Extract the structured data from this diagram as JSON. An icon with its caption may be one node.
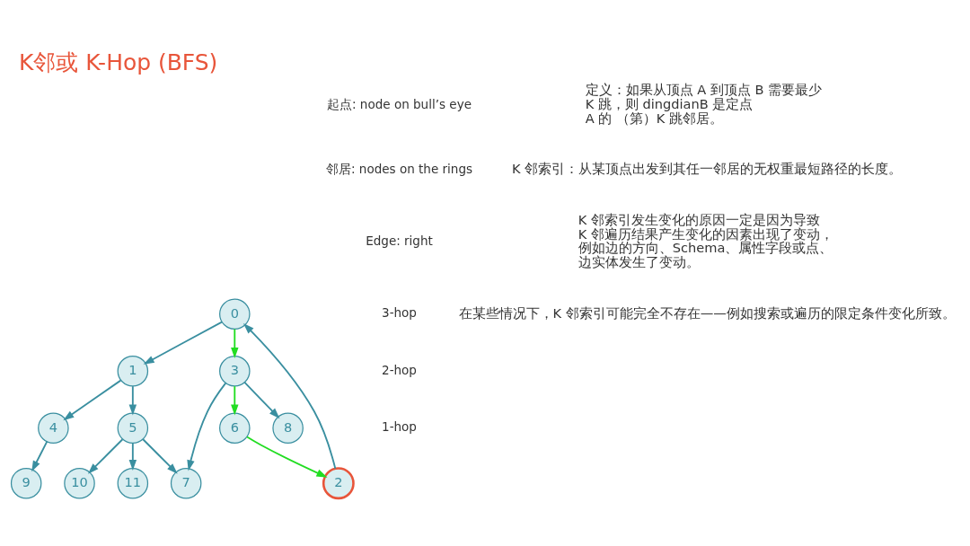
{
  "diagram": {
    "title": "K邻或 K-Hop (BFS)",
    "nodes": [
      {
        "text": [
          "0"
        ]
      },
      {
        "text": [
          "1"
        ]
      },
      {
        "text": [
          "2"
        ]
      },
      {
        "text": [
          "3"
        ]
      },
      {
        "text": [
          "4"
        ]
      },
      {
        "text": [
          "5"
        ]
      },
      {
        "text": [
          "6"
        ]
      },
      {
        "text": [
          "7"
        ]
      },
      {
        "text": [
          "8"
        ]
      },
      {
        "text": [
          "9"
        ]
      },
      {
        "text": [
          "10"
        ]
      },
      {
        "text": [
          "11"
        ]
      }
    ],
    "edges": [
      {
        "from": 2,
        "to": 0,
        "arrow": "to"
      },
      {
        "from": 0,
        "to": 1,
        "arrow": "to"
      },
      {
        "from": 0,
        "to": 3,
        "arrow": "to",
        "color": "#22dd22"
      },
      {
        "from": 1,
        "to": 4,
        "arrow": "to"
      },
      {
        "from": 4,
        "to": 9,
        "arrow": "to"
      },
      {
        "from": 1,
        "to": 5,
        "arrow": "to"
      },
      {
        "from": 3,
        "to": 6,
        "arrow": "to",
        "color": "#22dd22"
      },
      {
        "from": 6,
        "to": 2,
        "arrow": "to",
        "color": "#22dd22"
      },
      {
        "from": 3,
        "to": 8,
        "arrow": "to"
      },
      {
        "from": 3,
        "to": 7,
        "arrow": "to"
      },
      {
        "from": 5,
        "to": 7,
        "arrow": "to"
      },
      {
        "from": 5,
        "to": 10,
        "arrow": "to"
      },
      {
        "from": 5,
        "to": 11,
        "arrow": "to"
      }
    ],
    "labels": [
      "起点: node on bull’s eye",
      "邻居: nodes on the rings",
      "Edge: right",
      "3-hop",
      "2-hop",
      "1-hop",
      "定义：如果从顶点 A 到顶点 B 需要最少 K 跳，则 dingdianB 是定点 A 的 （第）K 跳邻居。",
      "K 邻索引：从某顶点出发到其任一邻居的无权重最短路径的长度。",
      "K 邻索引发生变化的原因一定是因为导致 K 邻遍历结果产生变化的因素出现了变动，例如边的方向、Schema、属性字段或点、边实体发生了变动。",
      "在某些情况下，K 邻索引可能完全不存在——例如搜索或遍历的限定条件变化所致。"
    ]
  }
}
